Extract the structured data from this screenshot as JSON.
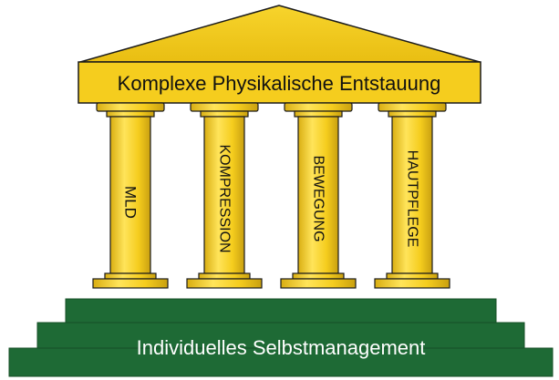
{
  "title": "Komplexe Physikalische Entstauung",
  "pillars": [
    {
      "label": "MLD"
    },
    {
      "label": "KOMPRESSION"
    },
    {
      "label": "BEWEGUNG"
    },
    {
      "label": "HAUTPFLEGE"
    }
  ],
  "foundation": "Individuelles Selbstmanagement",
  "colors": {
    "gold": "#F5CD1E",
    "gold_light": "#FFE45A",
    "gold_dark": "#C9A010",
    "outline": "#1a1a1a",
    "green": "#1E6A35",
    "green_dark": "#154F26",
    "text_dark": "#111111",
    "text_light": "#ffffff"
  }
}
